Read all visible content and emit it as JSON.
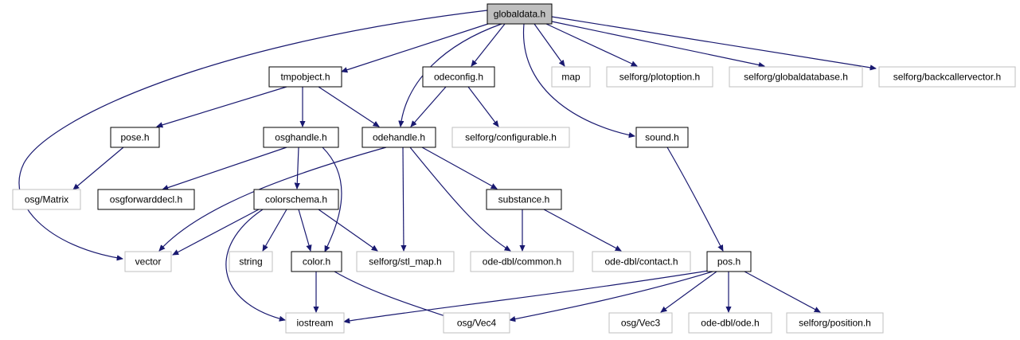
{
  "nodes": [
    {
      "id": "globaldata",
      "label": "globaldata.h",
      "kind": "root"
    },
    {
      "id": "tmpobject",
      "label": "tmpobject.h",
      "kind": "documented"
    },
    {
      "id": "odeconfig",
      "label": "odeconfig.h",
      "kind": "documented"
    },
    {
      "id": "map",
      "label": "map",
      "kind": "external"
    },
    {
      "id": "plotoption",
      "label": "selforg/plotoption.h",
      "kind": "external"
    },
    {
      "id": "globaldatabase",
      "label": "selforg/globaldatabase.h",
      "kind": "external"
    },
    {
      "id": "backcallervector",
      "label": "selforg/backcallervector.h",
      "kind": "external"
    },
    {
      "id": "pose",
      "label": "pose.h",
      "kind": "documented"
    },
    {
      "id": "osghandle",
      "label": "osghandle.h",
      "kind": "documented"
    },
    {
      "id": "odehandle",
      "label": "odehandle.h",
      "kind": "documented"
    },
    {
      "id": "configurable",
      "label": "selforg/configurable.h",
      "kind": "external"
    },
    {
      "id": "sound",
      "label": "sound.h",
      "kind": "documented"
    },
    {
      "id": "osgmatrix",
      "label": "osg/Matrix",
      "kind": "external"
    },
    {
      "id": "osgforwarddecl",
      "label": "osgforwarddecl.h",
      "kind": "documented"
    },
    {
      "id": "colorschema",
      "label": "colorschema.h",
      "kind": "documented"
    },
    {
      "id": "substance",
      "label": "substance.h",
      "kind": "documented"
    },
    {
      "id": "vector",
      "label": "vector",
      "kind": "external"
    },
    {
      "id": "string",
      "label": "string",
      "kind": "external"
    },
    {
      "id": "color",
      "label": "color.h",
      "kind": "documented"
    },
    {
      "id": "stlmap",
      "label": "selforg/stl_map.h",
      "kind": "external"
    },
    {
      "id": "common",
      "label": "ode-dbl/common.h",
      "kind": "external"
    },
    {
      "id": "contact",
      "label": "ode-dbl/contact.h",
      "kind": "external"
    },
    {
      "id": "pos",
      "label": "pos.h",
      "kind": "documented"
    },
    {
      "id": "iostream",
      "label": "iostream",
      "kind": "external"
    },
    {
      "id": "vec4",
      "label": "osg/Vec4",
      "kind": "external"
    },
    {
      "id": "vec3",
      "label": "osg/Vec3",
      "kind": "external"
    },
    {
      "id": "ode",
      "label": "ode-dbl/ode.h",
      "kind": "external"
    },
    {
      "id": "position",
      "label": "selforg/position.h",
      "kind": "external"
    }
  ],
  "edges": [
    [
      "globaldata",
      "tmpobject"
    ],
    [
      "globaldata",
      "odeconfig"
    ],
    [
      "globaldata",
      "map"
    ],
    [
      "globaldata",
      "plotoption"
    ],
    [
      "globaldata",
      "globaldatabase"
    ],
    [
      "globaldata",
      "backcallervector"
    ],
    [
      "globaldata",
      "odehandle"
    ],
    [
      "globaldata",
      "sound"
    ],
    [
      "globaldata",
      "vector"
    ],
    [
      "tmpobject",
      "pose"
    ],
    [
      "tmpobject",
      "osghandle"
    ],
    [
      "tmpobject",
      "odehandle"
    ],
    [
      "odeconfig",
      "odehandle"
    ],
    [
      "odeconfig",
      "configurable"
    ],
    [
      "pose",
      "osgmatrix"
    ],
    [
      "osghandle",
      "osgforwarddecl"
    ],
    [
      "osghandle",
      "colorschema"
    ],
    [
      "osghandle",
      "color"
    ],
    [
      "odehandle",
      "vector"
    ],
    [
      "odehandle",
      "stlmap"
    ],
    [
      "odehandle",
      "substance"
    ],
    [
      "odehandle",
      "common"
    ],
    [
      "colorschema",
      "vector"
    ],
    [
      "colorschema",
      "string"
    ],
    [
      "colorschema",
      "color"
    ],
    [
      "colorschema",
      "stlmap"
    ],
    [
      "colorschema",
      "iostream"
    ],
    [
      "substance",
      "common"
    ],
    [
      "substance",
      "contact"
    ],
    [
      "sound",
      "pos"
    ],
    [
      "color",
      "iostream"
    ],
    [
      "color",
      "vec4"
    ],
    [
      "pos",
      "iostream"
    ],
    [
      "pos",
      "vec4"
    ],
    [
      "pos",
      "vec3"
    ],
    [
      "pos",
      "ode"
    ],
    [
      "pos",
      "position"
    ]
  ],
  "colors": {
    "edge": "#191970",
    "documented_border": "#000000",
    "external_border": "#bfbfbf",
    "root_fill": "#bfbfbf",
    "node_fill": "#ffffff",
    "text": "#000000"
  }
}
